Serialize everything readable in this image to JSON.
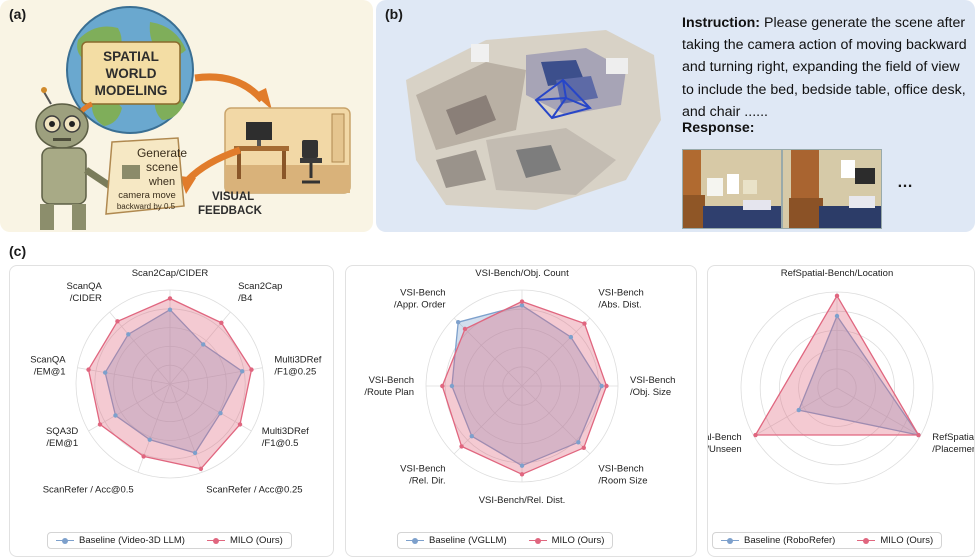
{
  "labels": {
    "a": "(a)",
    "b": "(b)",
    "c": "(c)"
  },
  "panel_a": {
    "globe_text": [
      "SPATIAL",
      "WORLD",
      "MODELING"
    ],
    "note_text": [
      "Generate",
      "scene",
      "when",
      "camera move",
      "backward by 0.5"
    ],
    "feedback_text": [
      "VISUAL",
      "FEEDBACK"
    ]
  },
  "panel_b": {
    "instruction_label": "Instruction:",
    "instruction_text": "Please generate the scene after taking the camera action of moving backward and turning right, expanding the field of view to include the bed, bedside table, office desk, and chair ......",
    "response_label": "Response:",
    "ellipsis": "…"
  },
  "colors": {
    "baseline": "#7da0cc",
    "ours": "#e0667f"
  },
  "charts": [
    {
      "axes": [
        [
          "Scan2Cap/CIDER"
        ],
        [
          "Scan2Cap",
          "/B4"
        ],
        [
          "Multi3DRef",
          "/F1@0.25"
        ],
        [
          "Multi3DRef",
          "/F1@0.5"
        ],
        [
          "ScanRefer / Acc@0.25"
        ],
        [
          "ScanRefer / Acc@0.5"
        ],
        [
          "SQA3D",
          "/EM@1"
        ],
        [
          "ScanQA",
          "/EM@1"
        ],
        [
          "ScanQA",
          "/CIDER"
        ]
      ],
      "legend": [
        "Baseline (Video-3D LLM)",
        "MILO (Ours)"
      ]
    },
    {
      "axes": [
        [
          "VSI-Bench/Obj. Count"
        ],
        [
          "VSI-Bench",
          "/Abs. Dist."
        ],
        [
          "VSI-Bench",
          "/Obj. Size"
        ],
        [
          "VSI-Bench",
          "/Room Size"
        ],
        [
          "VSI-Bench/Rel. Dist."
        ],
        [
          "VSI-Bench",
          "/Rel. Dir."
        ],
        [
          "VSI-Bench",
          "/Route Plan"
        ],
        [
          "VSI-Bench",
          "/Appr. Order"
        ]
      ],
      "legend": [
        "Baseline (VGLLM)",
        "MILO (Ours)"
      ]
    },
    {
      "axes": [
        [
          "RefSpatial-Bench/Location"
        ],
        [
          "RefSpatial-Bench",
          "/Placement"
        ],
        [
          "RefSpatial-Bench",
          "/Unseen"
        ]
      ],
      "legend": [
        "Baseline (RoboRefer)",
        "MILO (Ours)"
      ]
    }
  ],
  "chart_data": [
    {
      "type": "radar",
      "categories": [
        "Scan2Cap/CIDER",
        "Scan2Cap/B4",
        "Multi3DRef/F1@0.25",
        "Multi3DRef/F1@0.5",
        "ScanRefer / Acc@0.25",
        "ScanRefer / Acc@0.5",
        "SQA3D/EM@1",
        "ScanQA/EM@1",
        "ScanQA/CIDER"
      ],
      "series": [
        {
          "name": "Baseline (Video-3D LLM)",
          "values": [
            0.79,
            0.55,
            0.78,
            0.62,
            0.78,
            0.63,
            0.67,
            0.7,
            0.69
          ]
        },
        {
          "name": "MILO (Ours)",
          "values": [
            0.91,
            0.85,
            0.88,
            0.86,
            0.96,
            0.82,
            0.86,
            0.88,
            0.87
          ]
        }
      ]
    },
    {
      "type": "radar",
      "categories": [
        "VSI-Bench/Obj. Count",
        "VSI-Bench/Abs. Dist.",
        "VSI-Bench/Obj. Size",
        "VSI-Bench/Room Size",
        "VSI-Bench/Rel. Dist.",
        "VSI-Bench/Rel. Dir.",
        "VSI-Bench/Route Plan",
        "VSI-Bench/Appr. Order"
      ],
      "series": [
        {
          "name": "Baseline (VGLLM)",
          "values": [
            0.84,
            0.72,
            0.83,
            0.83,
            0.83,
            0.74,
            0.73,
            0.94
          ]
        },
        {
          "name": "MILO (Ours)",
          "values": [
            0.88,
            0.92,
            0.88,
            0.91,
            0.92,
            0.89,
            0.83,
            0.84
          ]
        }
      ]
    },
    {
      "type": "radar",
      "categories": [
        "RefSpatial-Bench/Location",
        "RefSpatial-Bench/Placement",
        "RefSpatial-Bench/Unseen"
      ],
      "series": [
        {
          "name": "Baseline (RoboRefer)",
          "values": [
            0.75,
            0.98,
            0.46
          ]
        },
        {
          "name": "MILO (Ours)",
          "values": [
            0.96,
            0.98,
            0.98
          ]
        }
      ]
    }
  ]
}
